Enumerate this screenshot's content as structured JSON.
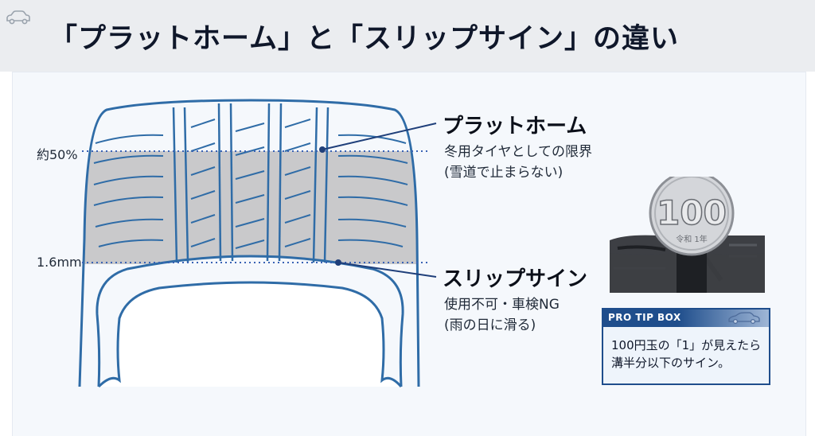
{
  "title": "「プラットホーム」と「スリップサイン」の違い",
  "depth_labels": {
    "platform": "約50%",
    "slip": "1.6mm"
  },
  "callouts": {
    "platform": {
      "title": "プラットホーム",
      "lines": [
        "冬用タイヤとしての限界",
        "(雪道で止まらない)"
      ]
    },
    "slip": {
      "title": "スリップサイン",
      "lines": [
        "使用不可・車検NG",
        "(雨の日に滑る)"
      ]
    }
  },
  "coin": {
    "value": "100",
    "small_text": "令和 1年"
  },
  "tip": {
    "header": "PRO TIP BOX",
    "lines": [
      "100円玉の「1」が見えたら",
      "溝半分以下のサイン。"
    ]
  },
  "colors": {
    "tire_line": "#2f6ca7",
    "worn_fill": "#c9c9cb",
    "dotted": "#3a63b5",
    "tip_border": "#1f4e8c"
  },
  "icons": [
    "car-icon",
    "car-outline-icon"
  ]
}
